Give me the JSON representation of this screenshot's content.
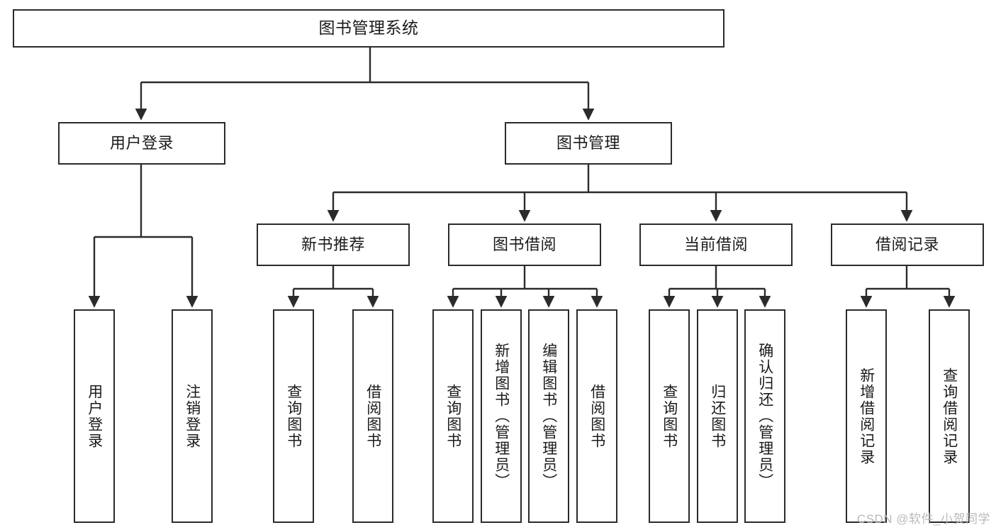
{
  "diagram": {
    "type": "tree-hierarchy-chart",
    "title": "图书管理系统",
    "watermark": "CSDN @软件_小贺同学",
    "colors": {
      "stroke": "#2b2b2b",
      "fill": "#ffffff",
      "text": "#1b1b1b",
      "watermark": "#b9b9b9"
    },
    "nodes": {
      "root": {
        "label": "图书管理系统"
      },
      "level2": [
        {
          "label": "用户登录"
        },
        {
          "label": "图书管理"
        }
      ],
      "level3": [
        {
          "label": "新书推荐"
        },
        {
          "label": "图书借阅"
        },
        {
          "label": "当前借阅"
        },
        {
          "label": "借阅记录"
        }
      ],
      "leaves_user_login": [
        {
          "label": "用户登录"
        },
        {
          "label": "注销登录"
        }
      ],
      "leaves_new_books": [
        {
          "label": "查询图书"
        },
        {
          "label": "借阅图书"
        }
      ],
      "leaves_borrow": [
        {
          "label": "查询图书"
        },
        {
          "label": "新增图书（管理员）"
        },
        {
          "label": "编辑图书（管理员）"
        },
        {
          "label": "借阅图书"
        }
      ],
      "leaves_current": [
        {
          "label": "查询图书"
        },
        {
          "label": "归还图书"
        },
        {
          "label": "确认归还（管理员）"
        }
      ],
      "leaves_records": [
        {
          "label": "新增借阅记录"
        },
        {
          "label": "查询借阅记录"
        }
      ]
    }
  }
}
